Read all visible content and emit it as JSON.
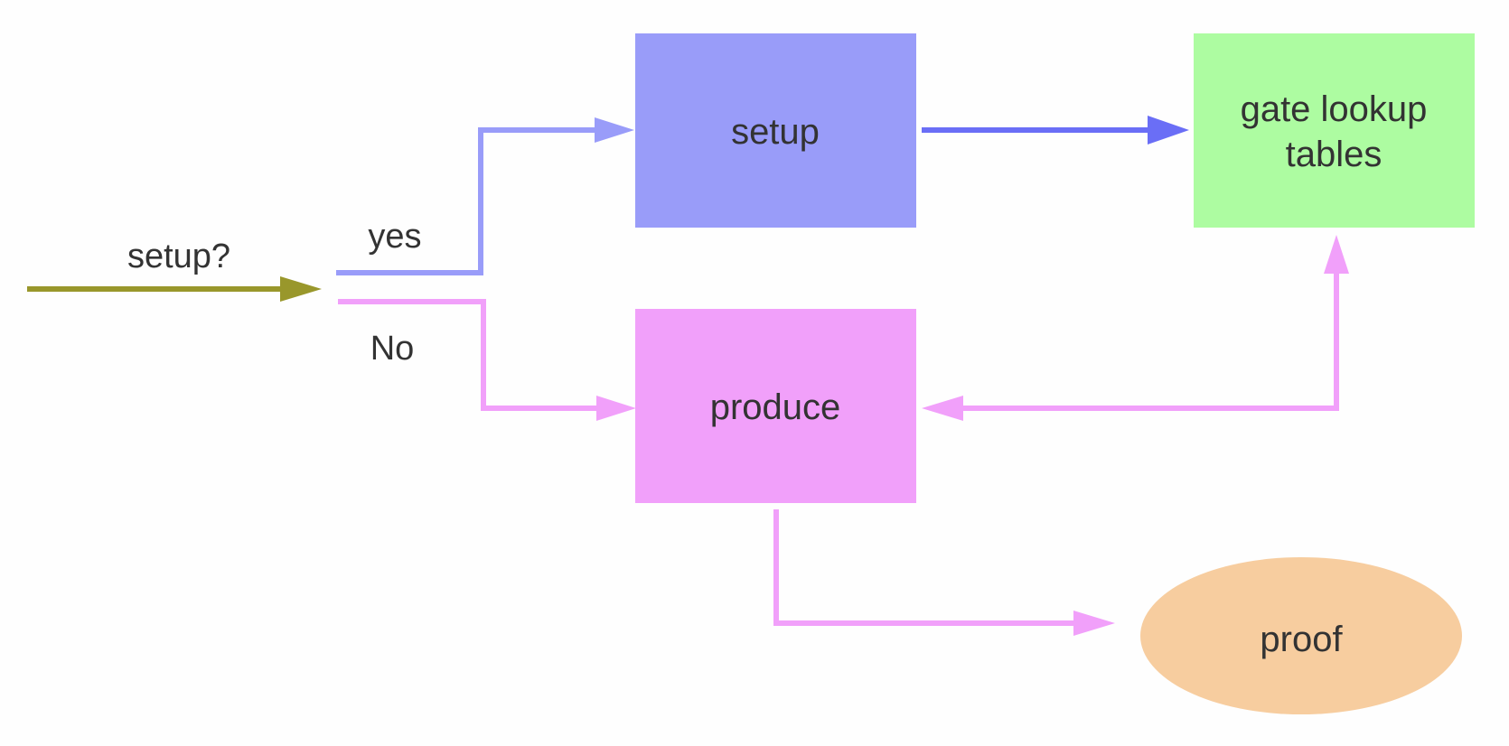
{
  "nodes": {
    "setup": {
      "label": "setup",
      "color": "#999cf9"
    },
    "gate_lookup_tables": {
      "label_line1": "gate lookup",
      "label_line2": "tables",
      "color": "#adfca1"
    },
    "produce": {
      "label": "produce",
      "color": "#f1a0fa"
    },
    "proof": {
      "label": "proof",
      "color": "#f7cd9f"
    }
  },
  "edges": {
    "entry_label": "setup?",
    "yes_label": "yes",
    "no_label": "No"
  },
  "colors": {
    "entry_arrow": "#99972b",
    "yes_arrow": "#999cf9",
    "setup_to_tables_arrow": "#6a6ef6",
    "pink_arrows": "#f1a0fa",
    "text": "#333333"
  }
}
